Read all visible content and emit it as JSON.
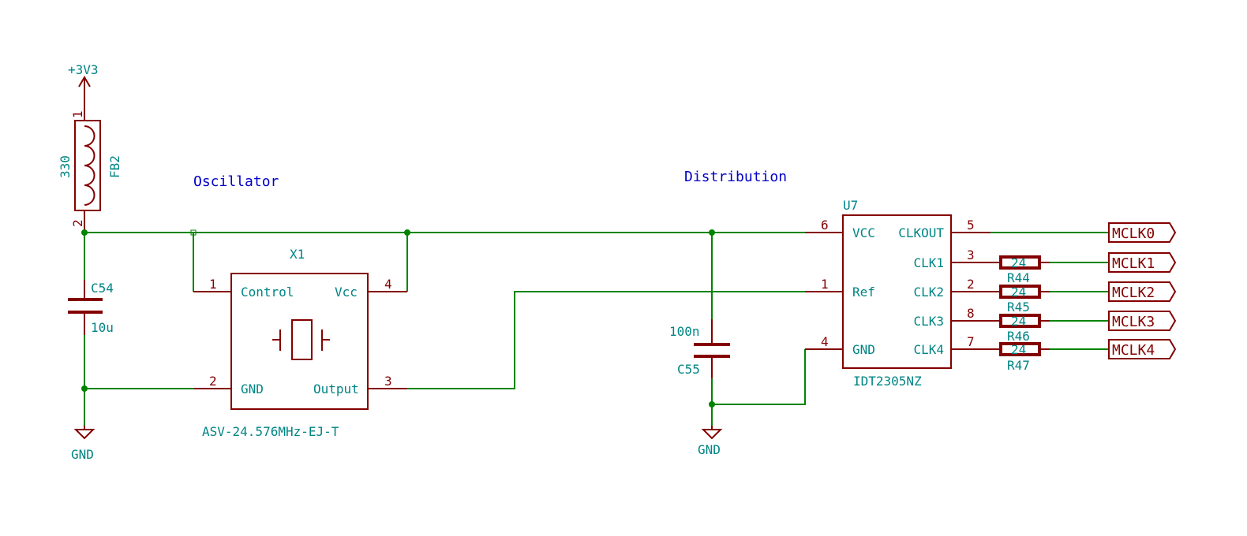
{
  "colors": {
    "wire": "#008400",
    "component": "#840000",
    "field_text": "#008484",
    "note_text": "#0000c8"
  },
  "notes": {
    "oscillator": "Oscillator",
    "distribution": "Distribution"
  },
  "power": {
    "supply": "+3V3",
    "gnd1": "GND",
    "gnd2": "GND"
  },
  "fb2": {
    "ref": "FB2",
    "value": "330",
    "pin1": "1",
    "pin2": "2"
  },
  "c54": {
    "ref": "C54",
    "value": "10u"
  },
  "c55": {
    "ref": "C55",
    "value": "100n"
  },
  "x1": {
    "ref": "X1",
    "value": "ASV-24.576MHz-EJ-T",
    "pins": {
      "control": "Control",
      "control_num": "1",
      "vcc": "Vcc",
      "vcc_num": "4",
      "gnd": "GND",
      "gnd_num": "2",
      "output": "Output",
      "output_num": "3"
    }
  },
  "u7": {
    "ref": "U7",
    "value": "IDT2305NZ",
    "left_pins": [
      {
        "name": "VCC",
        "num": "6"
      },
      {
        "name": "Ref",
        "num": "1"
      },
      {
        "name": "GND",
        "num": "4"
      }
    ],
    "right_pins": [
      {
        "name": "CLKOUT",
        "num": "5"
      },
      {
        "name": "CLK1",
        "num": "3"
      },
      {
        "name": "CLK2",
        "num": "2"
      },
      {
        "name": "CLK3",
        "num": "8"
      },
      {
        "name": "CLK4",
        "num": "7"
      }
    ]
  },
  "resistors": [
    {
      "ref": "R44",
      "value": "24"
    },
    {
      "ref": "R45",
      "value": "24"
    },
    {
      "ref": "R46",
      "value": "24"
    },
    {
      "ref": "R47",
      "value": "24"
    }
  ],
  "labels": [
    "MCLK0",
    "MCLK1",
    "MCLK2",
    "MCLK3",
    "MCLK4"
  ]
}
